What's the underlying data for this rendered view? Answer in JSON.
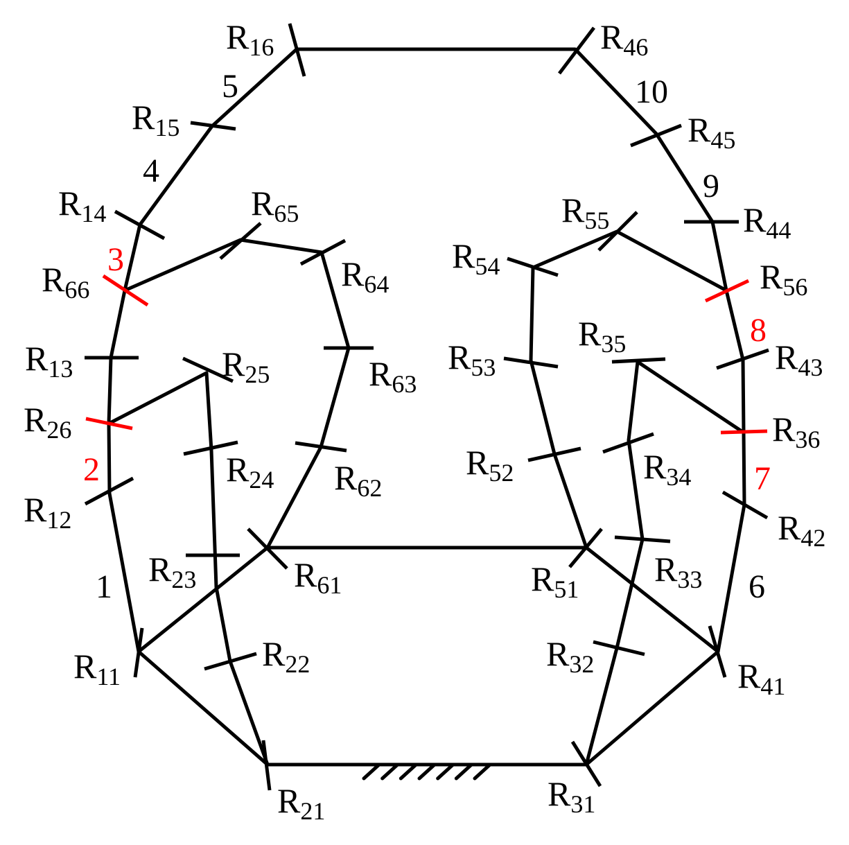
{
  "colors": {
    "line": "#000000",
    "highlight": "#ff0000",
    "background": "#ffffff"
  },
  "joints": [
    {
      "id": "R11",
      "main": "R",
      "sub": "11"
    },
    {
      "id": "R12",
      "main": "R",
      "sub": "12"
    },
    {
      "id": "R13",
      "main": "R",
      "sub": "13"
    },
    {
      "id": "R14",
      "main": "R",
      "sub": "14"
    },
    {
      "id": "R15",
      "main": "R",
      "sub": "15"
    },
    {
      "id": "R16",
      "main": "R",
      "sub": "16"
    },
    {
      "id": "R21",
      "main": "R",
      "sub": "21"
    },
    {
      "id": "R22",
      "main": "R",
      "sub": "22"
    },
    {
      "id": "R23",
      "main": "R",
      "sub": "23"
    },
    {
      "id": "R24",
      "main": "R",
      "sub": "24"
    },
    {
      "id": "R25",
      "main": "R",
      "sub": "25"
    },
    {
      "id": "R26",
      "main": "R",
      "sub": "26"
    },
    {
      "id": "R31",
      "main": "R",
      "sub": "31"
    },
    {
      "id": "R32",
      "main": "R",
      "sub": "32"
    },
    {
      "id": "R33",
      "main": "R",
      "sub": "33"
    },
    {
      "id": "R34",
      "main": "R",
      "sub": "34"
    },
    {
      "id": "R35",
      "main": "R",
      "sub": "35"
    },
    {
      "id": "R36",
      "main": "R",
      "sub": "36"
    },
    {
      "id": "R41",
      "main": "R",
      "sub": "41"
    },
    {
      "id": "R42",
      "main": "R",
      "sub": "42"
    },
    {
      "id": "R43",
      "main": "R",
      "sub": "43"
    },
    {
      "id": "R44",
      "main": "R",
      "sub": "44"
    },
    {
      "id": "R45",
      "main": "R",
      "sub": "45"
    },
    {
      "id": "R46",
      "main": "R",
      "sub": "46"
    },
    {
      "id": "R51",
      "main": "R",
      "sub": "51"
    },
    {
      "id": "R52",
      "main": "R",
      "sub": "52"
    },
    {
      "id": "R53",
      "main": "R",
      "sub": "53"
    },
    {
      "id": "R54",
      "main": "R",
      "sub": "54"
    },
    {
      "id": "R55",
      "main": "R",
      "sub": "55"
    },
    {
      "id": "R56",
      "main": "R",
      "sub": "56"
    },
    {
      "id": "R61",
      "main": "R",
      "sub": "61"
    },
    {
      "id": "R62",
      "main": "R",
      "sub": "62"
    },
    {
      "id": "R63",
      "main": "R",
      "sub": "63"
    },
    {
      "id": "R64",
      "main": "R",
      "sub": "64"
    },
    {
      "id": "R65",
      "main": "R",
      "sub": "65"
    },
    {
      "id": "R66",
      "main": "R",
      "sub": "66"
    }
  ],
  "links": [
    {
      "id": "1",
      "text": "1",
      "highlight": false
    },
    {
      "id": "2",
      "text": "2",
      "highlight": true
    },
    {
      "id": "3",
      "text": "3",
      "highlight": true
    },
    {
      "id": "4",
      "text": "4",
      "highlight": false
    },
    {
      "id": "5",
      "text": "5",
      "highlight": false
    },
    {
      "id": "6",
      "text": "6",
      "highlight": false
    },
    {
      "id": "7",
      "text": "7",
      "highlight": true
    },
    {
      "id": "8",
      "text": "8",
      "highlight": true
    },
    {
      "id": "9",
      "text": "9",
      "highlight": false
    },
    {
      "id": "10",
      "text": "10",
      "highlight": false
    }
  ],
  "highlighted_joints": [
    "R26",
    "R66",
    "R36",
    "R56"
  ]
}
